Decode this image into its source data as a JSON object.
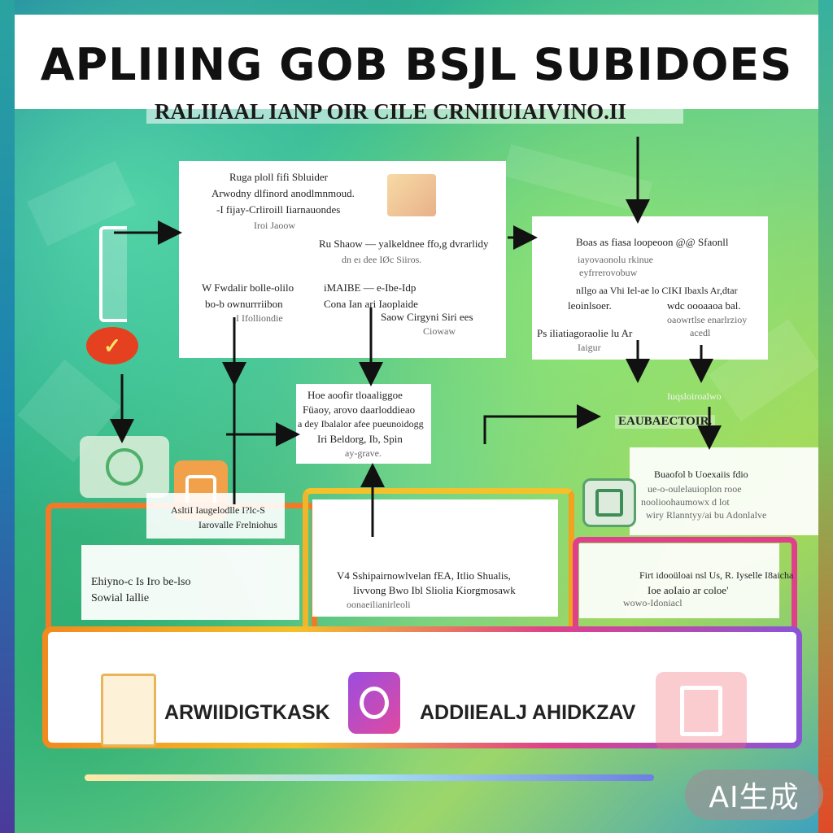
{
  "title": "APLIIING GOB BSJL SUBIDOES",
  "subtitle": "RALIIAAL  IANP OIR CILE CRNIIUIAIVINO.II",
  "top_left_box": {
    "lines_a": [
      "Ruga ploll fifi Sbluider",
      "Arwodny dlfinord anodlmnmoud.",
      "-I fijay-Crliroill Iiarnauondes",
      "Iroi Jaoow"
    ],
    "line_b1": "Ru Shaow  — yalkeldnee ffo,g dvrarlidy",
    "line_b2": "dn eı dee IØc Siiros.",
    "left_col": [
      "W  Fwdalir bolle-olilo",
      "bo-b ownurrriibon",
      "I Ifolliondie"
    ],
    "mid_col": [
      "iMAIBE  — e-Ibe-Idp",
      "Cona  Ian ari Iaoplaide"
    ],
    "right_col": [
      "Saow Cirgyni Siri ees",
      "Ciowaw"
    ]
  },
  "top_right_box": {
    "lines": [
      "Boas as fiasa loopeoon @@ Sfaonll",
      "iayovaonolu rkinue",
      "eyfrrerovobuw",
      "nIlgo aa Vhi Iel-ae lo CIKI Ibaxls Ar,dtar",
      "leoinlsoer.",
      "wdc oooaaoa bal.",
      "oaowrtlse enarlrzioy",
      "acedl",
      "Ps iliatiagoraolie lu Ar",
      "Iaigur"
    ]
  },
  "center_box": {
    "lines": [
      "Hoe aoofir tloaaliggoe",
      "Füaoy,  arovo daarloddieao",
      "a dey Ibalalor afee pueunoidogg",
      "Iri Beldorg,  Ib,  Spin",
      "ay-grave."
    ]
  },
  "side_label_top": "Iuqsloiroalwo",
  "side_label_main": "EAUBAECTOIR.",
  "right_mid_box": {
    "lines": [
      "Buaofol b Uoexaiis fdio",
      "ue-o-oulelauioplon rooe",
      "noolioohaumowx d lot",
      "wiry Rlanntyy/ai bu Adonlalve"
    ]
  },
  "left_small_box": {
    "lines": [
      "AsltiI Iaugelodlle I?lc-S",
      "Iarovalle Frelniohus"
    ]
  },
  "bottom_left_box": {
    "lines": [
      "Ehiyno-c  Is  Iro be-lso",
      "Sowial Iallie"
    ]
  },
  "bottom_center_box": {
    "lines": [
      "V4 Sshipairnowlvelan fEA, Itlio Shualis,",
      "Iivvong Bwo Ibl Sliolia Kiorgmosawk",
      "oonaeilianirleoli"
    ]
  },
  "bottom_right_box": {
    "lines": [
      "Firt idooüloai nsl Us, R.  Iyselle I8aicha",
      "Ioe aoIaio ar coloe'",
      "wowo-Idoniacl"
    ]
  },
  "bottom_labels": {
    "left": "ARWIIDIGTKASK",
    "right": "ADDIIEALJ AHIDKZAV"
  },
  "watermark": "AI生成",
  "colors": {
    "accent_orange": "#f28a1e",
    "accent_red": "#e5401f",
    "accent_magenta": "#e0408a",
    "accent_purple": "#8a55d6",
    "background_green": "#33b68f"
  },
  "icons": [
    "check-badge-icon",
    "app-tile-icon",
    "lock-icon",
    "instagram-like-icon",
    "document-icon",
    "illustration-icon"
  ]
}
